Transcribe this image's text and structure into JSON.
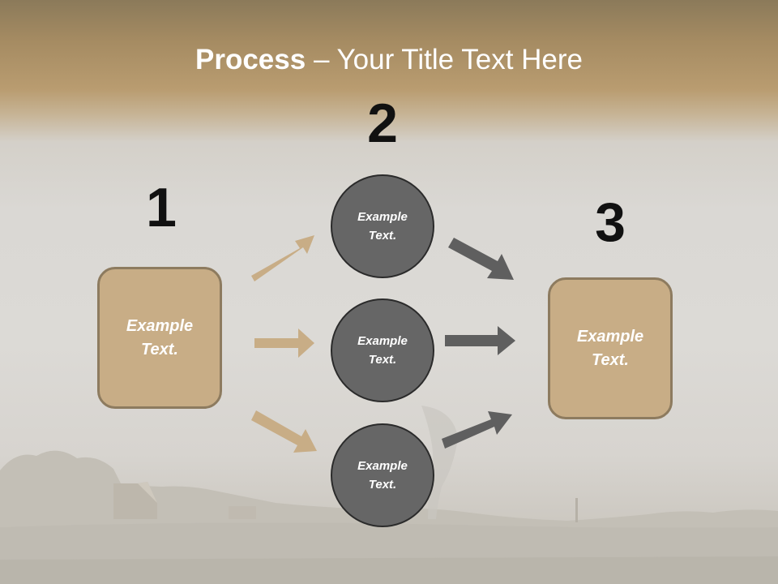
{
  "title": {
    "bold": "Process",
    "rest": " – Your Title Text Here"
  },
  "steps": [
    {
      "number": "1",
      "text": "Example\nText."
    },
    {
      "number": "2",
      "items": [
        "Example\nText.",
        "Example\nText.",
        "Example\nText."
      ]
    },
    {
      "number": "3",
      "text": "Example\nText."
    }
  ],
  "colors": {
    "box_fill": "#c8ad86",
    "box_border": "#8d7b5f",
    "circle_fill": "#666666",
    "tan_arrow": "#c8ad86",
    "gray_arrow": "#5f5f5f"
  }
}
